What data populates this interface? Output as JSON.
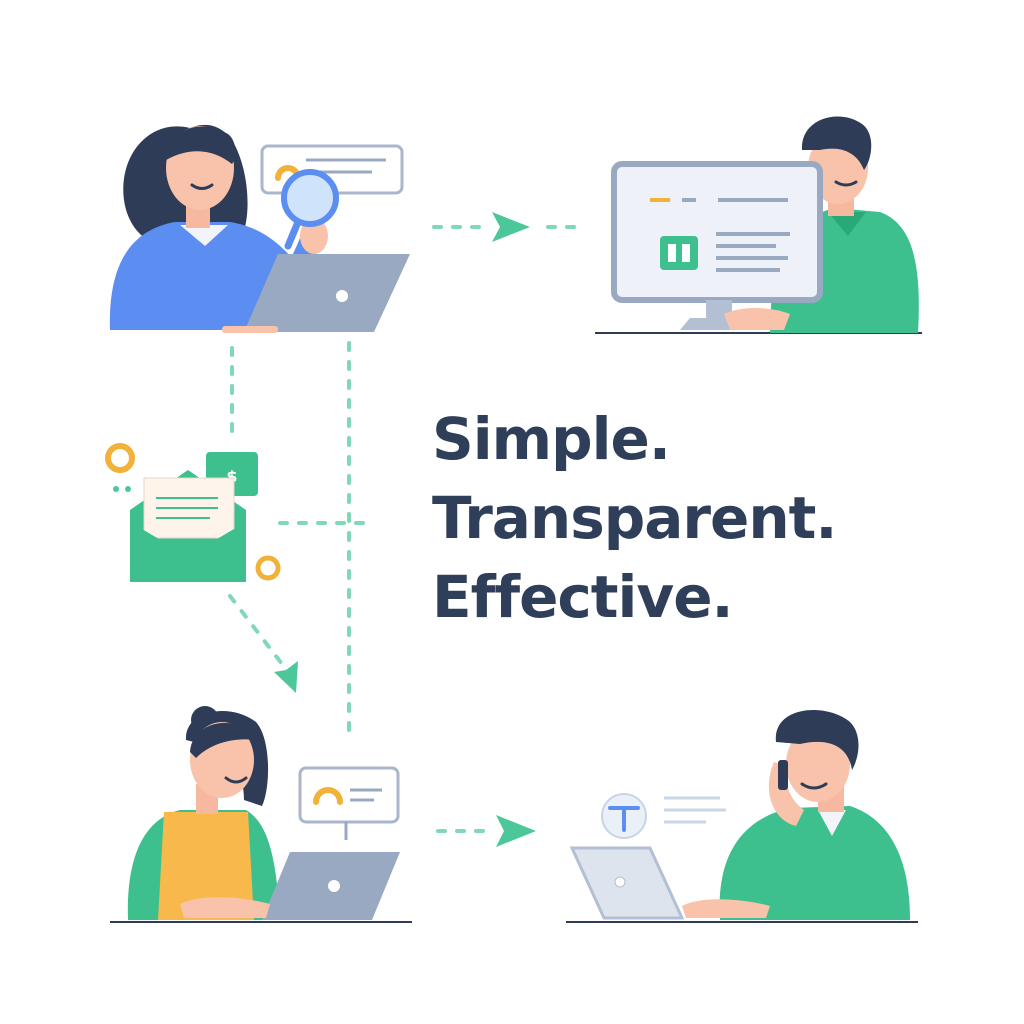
{
  "headline": {
    "line1": "Simple.",
    "line2": "Transparent.",
    "line3": "Effective."
  },
  "icons": [
    "woman-with-magnifier-at-laptop",
    "man-at-desktop-monitor",
    "open-envelope-icon",
    "money-card-icon",
    "woman-at-laptop",
    "man-on-phone-at-laptop"
  ],
  "colors": {
    "text": "#2f3f59",
    "green": "#3dbf8e",
    "blue": "#5b8ef0",
    "orange": "#f2b138",
    "dashed_line": "#7fd9b6"
  }
}
